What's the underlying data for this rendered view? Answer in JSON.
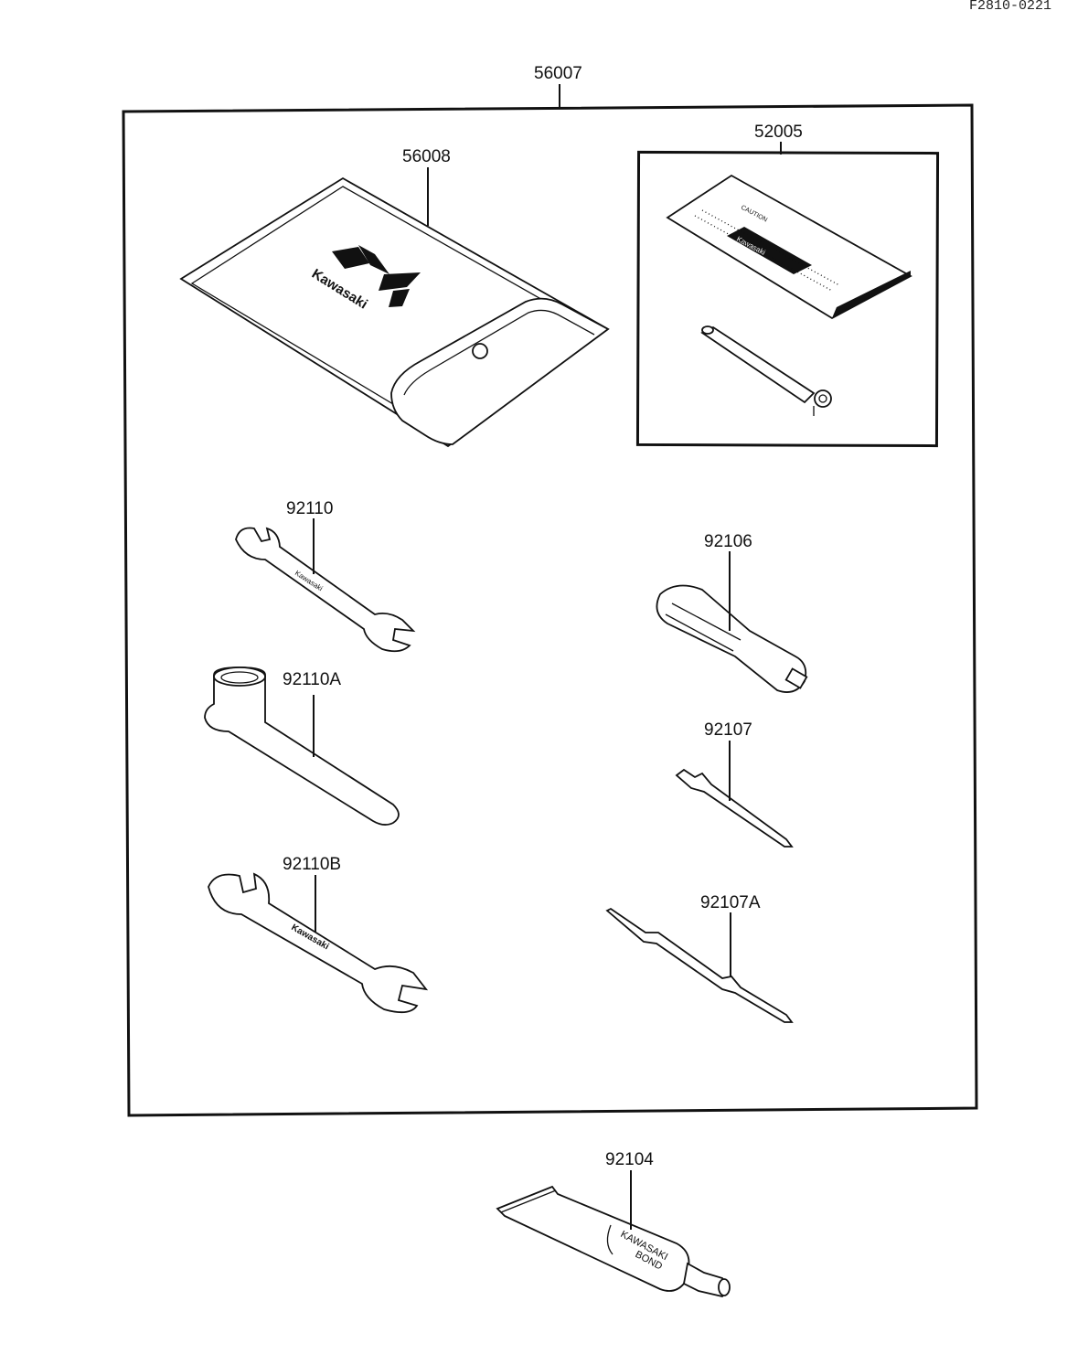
{
  "drawing_code": "F2810-0221",
  "parts": {
    "kit": "56007",
    "pouch": "56008",
    "pouch_logo": "Kawasaki",
    "caution_kit": "52005",
    "caution_word": "CAUTION",
    "caution_logo": "Kawasaki",
    "wrench_small": "92110",
    "wrench_plug": "92110A",
    "wrench_large": "92110B",
    "wrench_brand_small": "Kawasaki",
    "wrench_brand_large": "Kawasaki",
    "handle": "92106",
    "driver": "92107",
    "driver_long": "92107A",
    "bond": "92104",
    "bond_brand": "KAWASAKI",
    "bond_word": "BOND"
  }
}
